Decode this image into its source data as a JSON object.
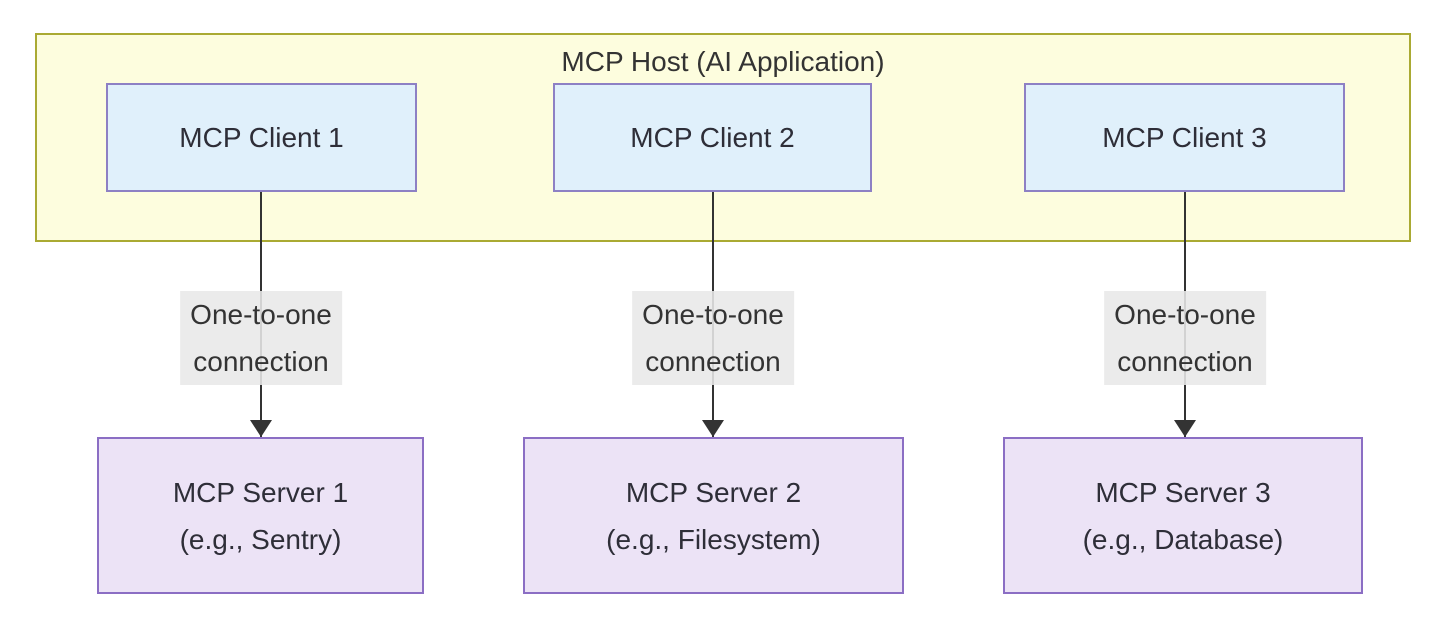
{
  "host": {
    "title": "MCP Host (AI Application)"
  },
  "clients": [
    {
      "label": "MCP Client 1"
    },
    {
      "label": "MCP Client 2"
    },
    {
      "label": "MCP Client 3"
    }
  ],
  "connections": [
    {
      "line1": "One-to-one",
      "line2": "connection"
    },
    {
      "line1": "One-to-one",
      "line2": "connection"
    },
    {
      "line1": "One-to-one",
      "line2": "connection"
    }
  ],
  "servers": [
    {
      "name": "MCP Server 1",
      "example": "(e.g., Sentry)"
    },
    {
      "name": "MCP Server 2",
      "example": "(e.g., Filesystem)"
    },
    {
      "name": "MCP Server 3",
      "example": "(e.g., Database)"
    }
  ],
  "colors": {
    "host_fill": "#fdfdde",
    "host_border": "#aaaa33",
    "client_fill": "#e0f0fb",
    "client_border": "#8d80c4",
    "server_fill": "#ece3f6",
    "server_border": "#8b6ec4",
    "edge_label_bg": "#e8e8e8",
    "edge_line": "#333333",
    "text": "#333333"
  }
}
